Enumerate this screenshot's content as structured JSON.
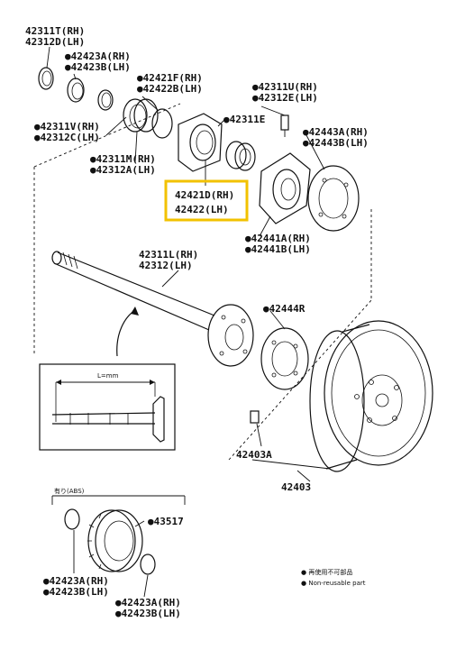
{
  "labels": {
    "l1a": "42311T(RH)",
    "l1b": "42312D(LH)",
    "l2a": "●42423A(RH)",
    "l2b": "●42423B(LH)",
    "l3a": "●42421F(RH)",
    "l3b": "●42422B(LH)",
    "l4a": "●42311U(RH)",
    "l4b": "●42312E(LH)",
    "l5a": "●42311V(RH)",
    "l5b": "●42312C(LH)",
    "l6": "●42311E",
    "l7a": "●42443A(RH)",
    "l7b": "●42443B(LH)",
    "l8a": "●42311M(RH)",
    "l8b": "●42312A(LH)",
    "l9a": "42421D(RH)",
    "l9b": "42422(LH)",
    "l10a": "●42441A(RH)",
    "l10b": "●42441B(LH)",
    "l11a": "42311L(RH)",
    "l11b": "42312(LH)",
    "l12": "●42444R",
    "l13": "42403A",
    "l14": "42403",
    "l15": "●43517",
    "l16a": "●42423A(RH)",
    "l16b": "●42423B(LH)",
    "l17a": "●42423A(RH)",
    "l17b": "●42423B(LH)",
    "inset_dim": "L=mm",
    "abs_note": "有り(ABS)",
    "legend_jp": "● 再使用不可部品",
    "legend_en": "● Non-reusable part"
  },
  "highlight_color": "#f2c200"
}
